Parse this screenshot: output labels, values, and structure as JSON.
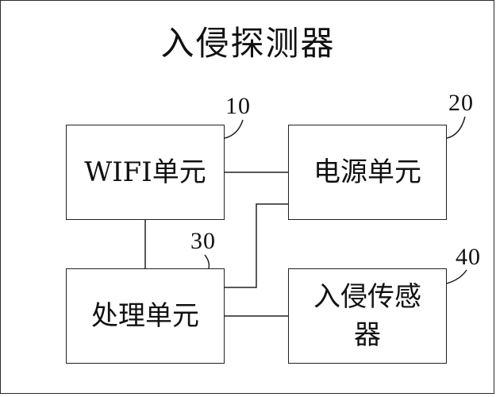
{
  "title": "入侵探测器",
  "blocks": {
    "wifi": {
      "label": "WIFI单元",
      "ref": "10"
    },
    "power": {
      "label": "电源单元",
      "ref": "20"
    },
    "processor": {
      "label": "处理单元",
      "ref": "30"
    },
    "sensor": {
      "label": "入侵传感\n器",
      "ref": "40"
    }
  },
  "colors": {
    "line": "#222222",
    "background": "#ffffff"
  }
}
